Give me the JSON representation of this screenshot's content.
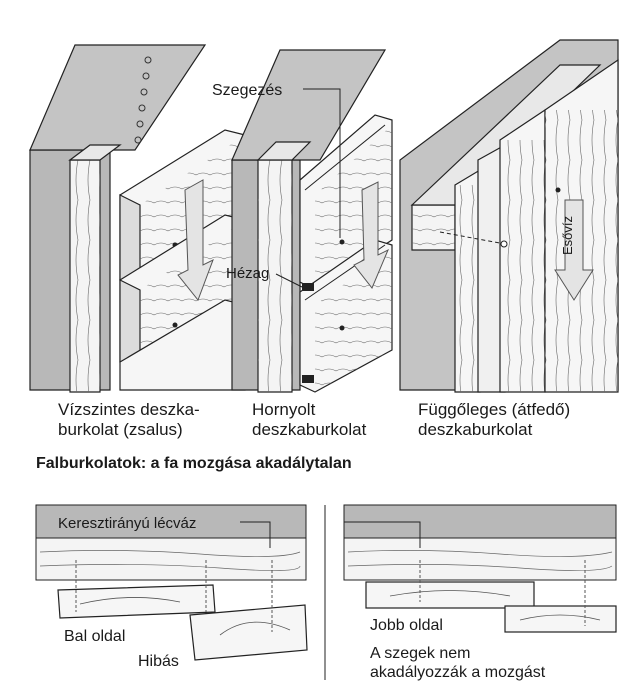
{
  "top_panels": {
    "labels": {
      "nailing": "Szegezés",
      "gap": "Hézag",
      "rainwater": "Esővíz"
    },
    "captions": [
      {
        "line1": "Vízszintes deszka-",
        "line2": "burkolat (zsalus)"
      },
      {
        "line1": "Hornyolt",
        "line2": "deszkaburkolat"
      },
      {
        "line1": "Függőleges (átfedő)",
        "line2": "deszkaburkolat"
      }
    ]
  },
  "section_title": "Falburkolatok: a fa mozgása akadálytalan",
  "bottom_panel": {
    "batten_label": "Keresztirányú lécváz",
    "left_side": "Bal oldal",
    "left_verdict": "Hibás",
    "right_side": "Jobb oldal",
    "right_note_line1": "A szegek nem",
    "right_note_line2": "akadályozzák a mozgást"
  },
  "colors": {
    "ink": "#1a1a1a",
    "wall_gray": "#b8b8b8",
    "wood_light": "#f2f2f2",
    "arrow_fill": "#e4e4e4"
  }
}
